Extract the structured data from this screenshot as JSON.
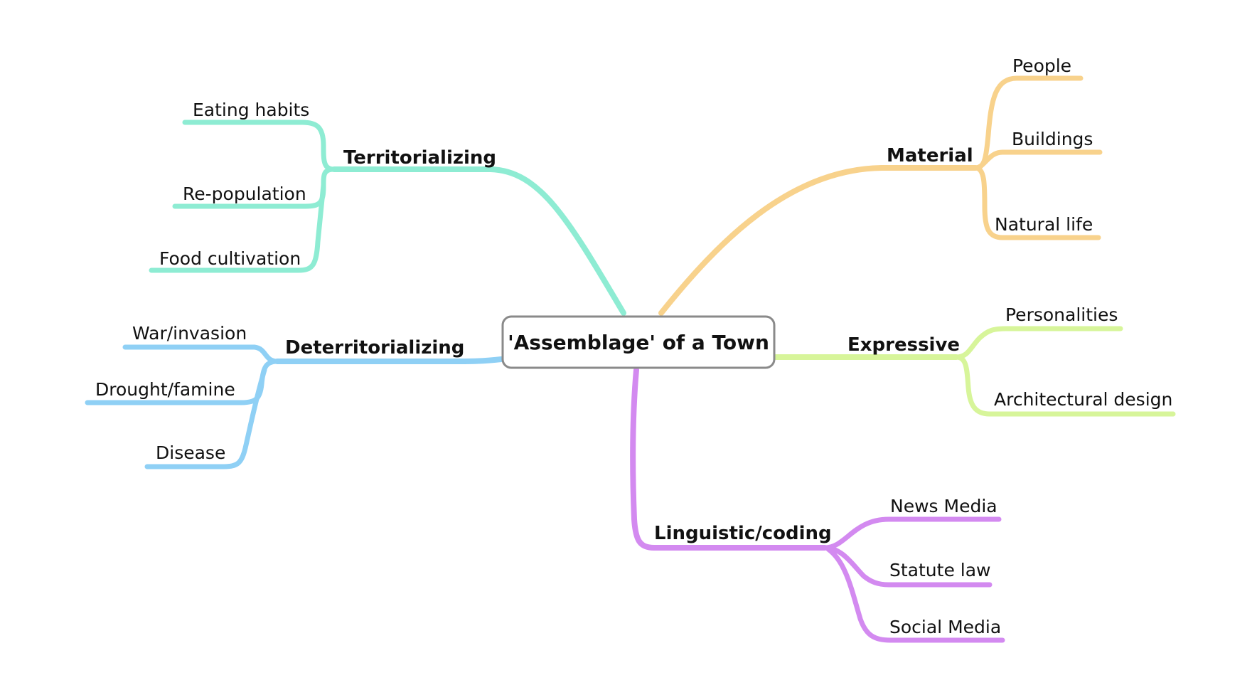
{
  "central_topic": "'Assemblage' of a Town",
  "branches": {
    "territorializing": {
      "label": "Territorializing",
      "color": "#8eecd3",
      "children": [
        "Eating habits",
        "Re-population",
        "Food cultivation"
      ]
    },
    "deterritorializing": {
      "label": "Deterritorializing",
      "color": "#8fd0f5",
      "children": [
        "War/invasion",
        "Drought/famine",
        "Disease"
      ]
    },
    "material": {
      "label": "Material",
      "color": "#f8d28c",
      "children": [
        "People",
        "Buildings",
        "Natural life"
      ]
    },
    "expressive": {
      "label": "Expressive",
      "color": "#d7f59a",
      "children": [
        "Personalities",
        "Architectural design"
      ]
    },
    "linguistic": {
      "label": "Linguistic/coding",
      "color": "#d38af0",
      "children": [
        "News Media",
        "Statute law",
        "Social Media"
      ]
    }
  }
}
